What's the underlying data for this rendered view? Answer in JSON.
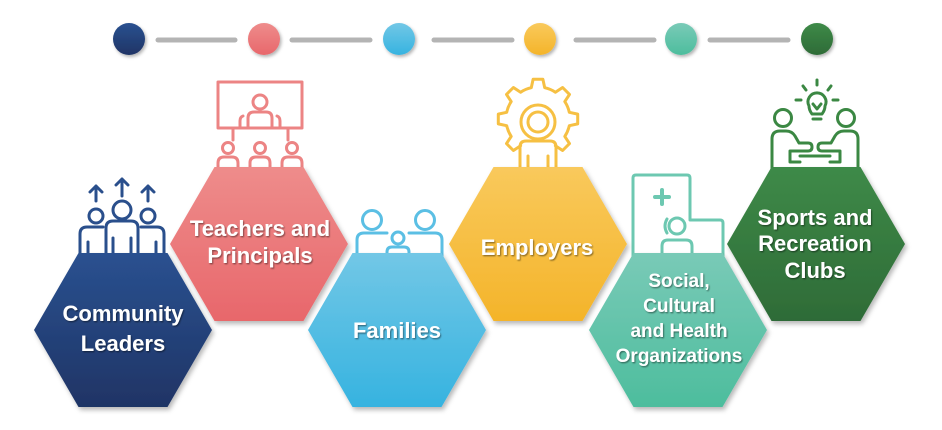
{
  "timeline": {
    "connector_color": "#b4b4b4"
  },
  "stakeholders": [
    {
      "label_lines": [
        "Community",
        "Leaders"
      ],
      "icon": "people-arrows-up-icon",
      "icon_color": "#2a4f8c",
      "color_top": "#2a5190",
      "color_bottom": "#1f3465"
    },
    {
      "label_lines": [
        "Teachers and",
        "Principals"
      ],
      "icon": "classroom-presentation-icon",
      "icon_color": "#ec8484",
      "color_top": "#ee8c8b",
      "color_bottom": "#e8676b"
    },
    {
      "label_lines": [
        "Families"
      ],
      "icon": "family-icon",
      "icon_color": "#5bbfe4",
      "color_top": "#72c7e6",
      "color_bottom": "#36b3e0"
    },
    {
      "label_lines": [
        "Employers"
      ],
      "icon": "gear-person-icon",
      "icon_color": "#f6c043",
      "color_top": "#f9c95c",
      "color_bottom": "#f4b42a"
    },
    {
      "label_lines": [
        "Social,",
        "Cultural",
        "and Health",
        "Organizations"
      ],
      "icon": "hospital-person-icon",
      "icon_color": "#6dc8b1",
      "color_top": "#79cab7",
      "color_bottom": "#4dbd9d"
    },
    {
      "label_lines": [
        "Sports and",
        "Recreation",
        "Clubs"
      ],
      "icon": "collaboration-lightbulb-icon",
      "icon_color": "#3b8843",
      "color_top": "#3e8a48",
      "color_bottom": "#2e6b37"
    }
  ]
}
